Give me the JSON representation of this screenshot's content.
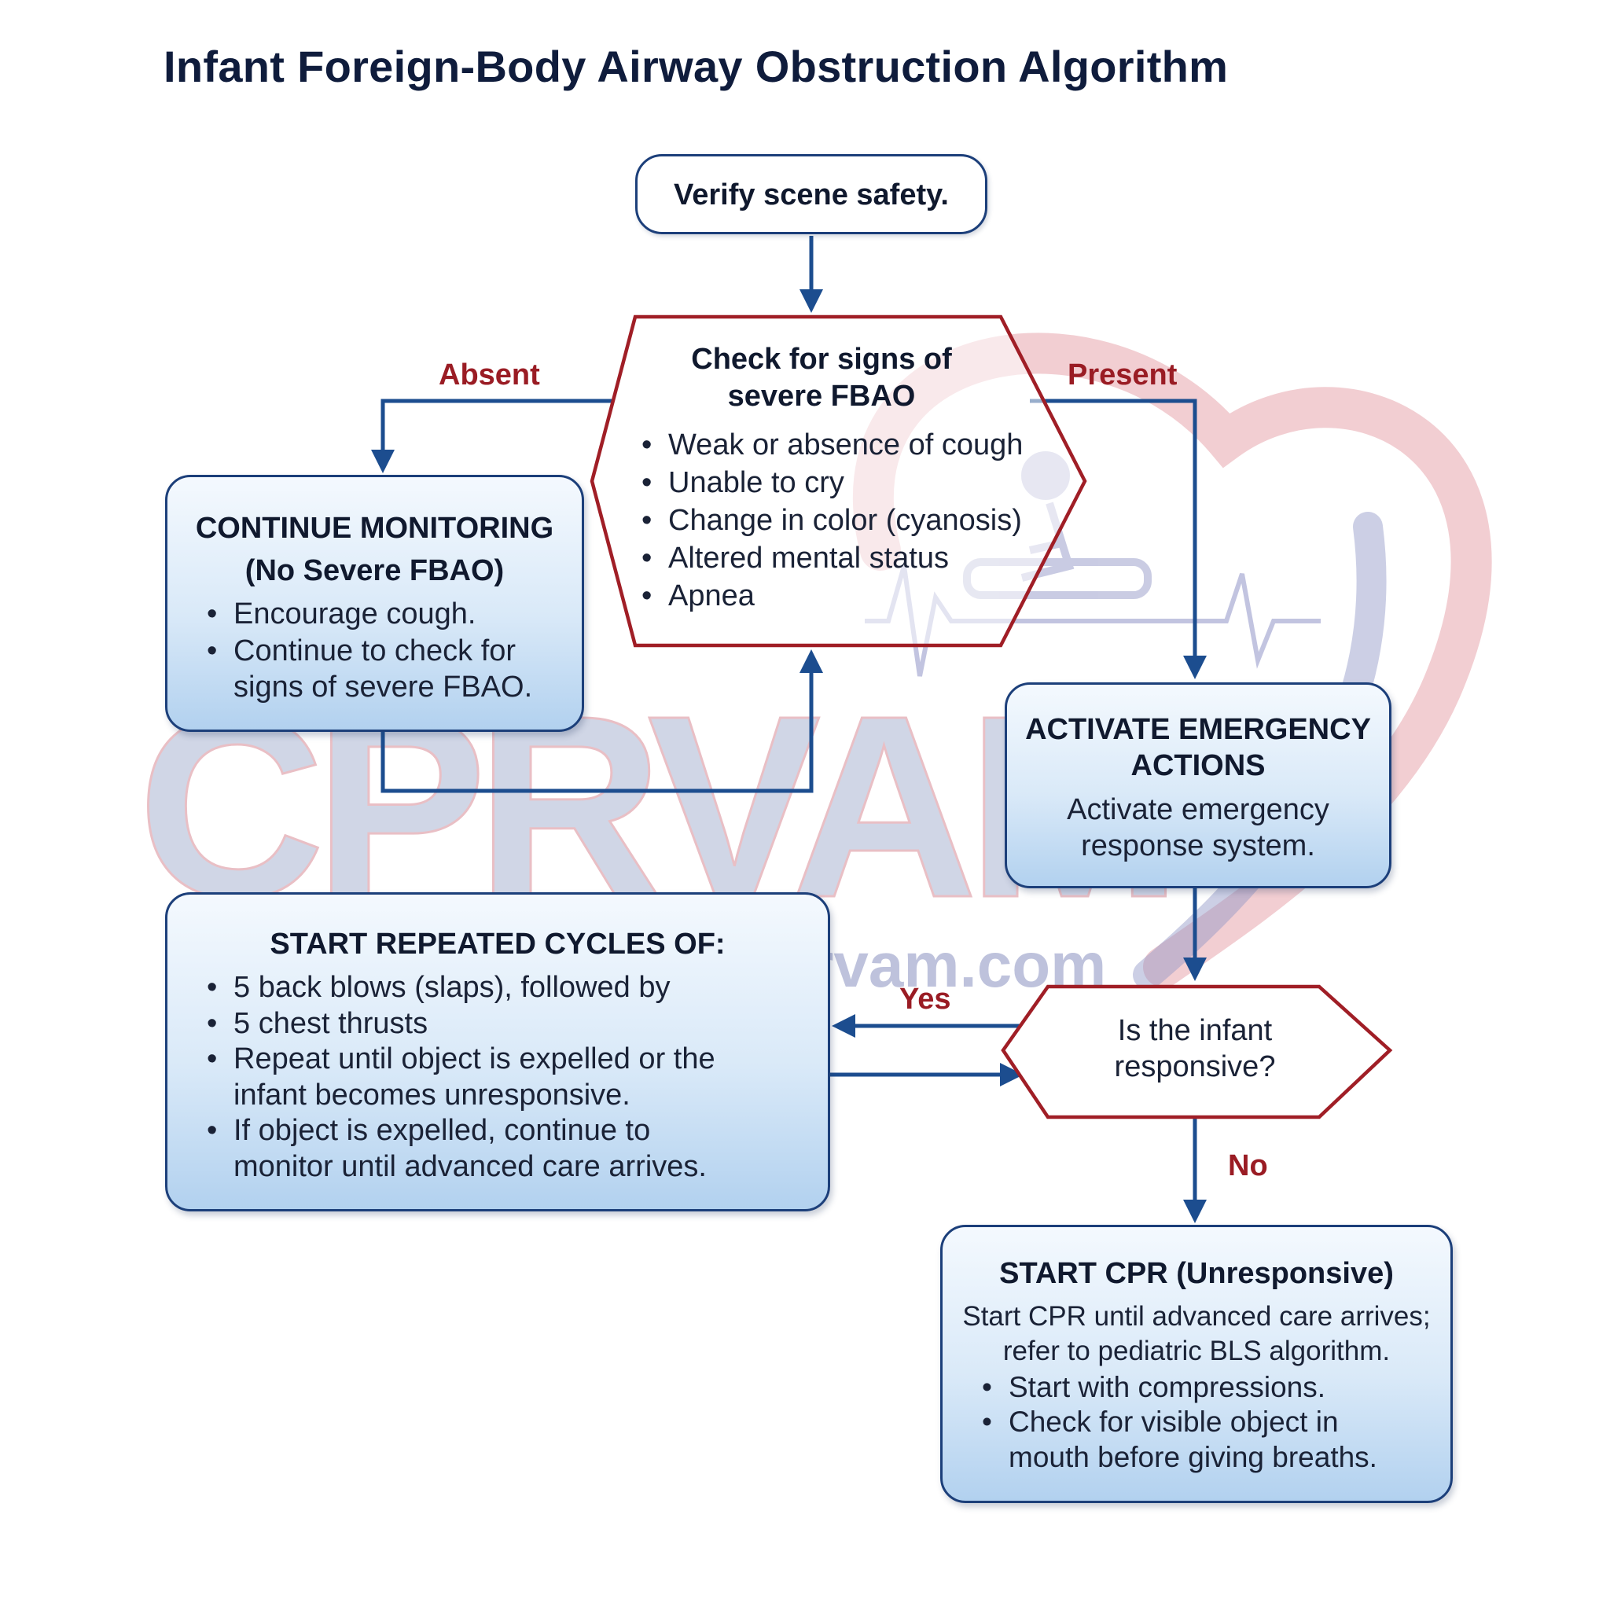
{
  "title": "Infant Foreign-Body Airway Obstruction Algorithm",
  "nodes": {
    "scene_safety": {
      "label": "Verify scene safety."
    },
    "check_signs": {
      "title_line1": "Check for signs of",
      "title_line2": "severe FBAO",
      "items": [
        "Weak or absence of cough",
        "Unable to cry",
        "Change in color (cyanosis)",
        "Altered mental status",
        "Apnea"
      ]
    },
    "continue_monitoring": {
      "title_line1": "CONTINUE MONITORING",
      "title_line2": "(No Severe FBAO)",
      "items": [
        "Encourage cough.",
        "Continue to check for",
        "signs of severe FBAO."
      ]
    },
    "activate_emergency": {
      "title_line1": "ACTIVATE EMERGENCY",
      "title_line2": "ACTIONS",
      "text_line1": "Activate emergency",
      "text_line2": "response system."
    },
    "repeated_cycles": {
      "title": "START REPEATED CYCLES OF:",
      "items": [
        {
          "line1": "5 back blows (slaps), followed by",
          "line2": ""
        },
        {
          "line1": "5 chest thrusts",
          "line2": ""
        },
        {
          "line1": "Repeat until object is expelled or the",
          "line2": "infant becomes unresponsive."
        },
        {
          "line1": "If object is expelled, continue to",
          "line2": "monitor until advanced care arrives."
        }
      ]
    },
    "responsive_check": {
      "line1": "Is the infant",
      "line2": "responsive?"
    },
    "start_cpr": {
      "title": "START CPR (Unresponsive)",
      "text_line1": "Start CPR until advanced care arrives;",
      "text_line2": "refer to pediatric BLS algorithm.",
      "items": [
        {
          "line1": "Start with compressions.",
          "line2": ""
        },
        {
          "line1": "Check for visible object in",
          "line2": "mouth before giving breaths."
        }
      ]
    }
  },
  "edges": {
    "absent": "Absent",
    "present": "Present",
    "yes": "Yes",
    "no": "No"
  },
  "watermark": {
    "brand": "CPRVAM",
    "url": "www.cprvam.com"
  },
  "colors": {
    "arrow_blue": "#1c4d8f",
    "decision_red": "#a01e26",
    "box_border": "#1c3f7a",
    "title_navy": "#0f1c3c"
  }
}
